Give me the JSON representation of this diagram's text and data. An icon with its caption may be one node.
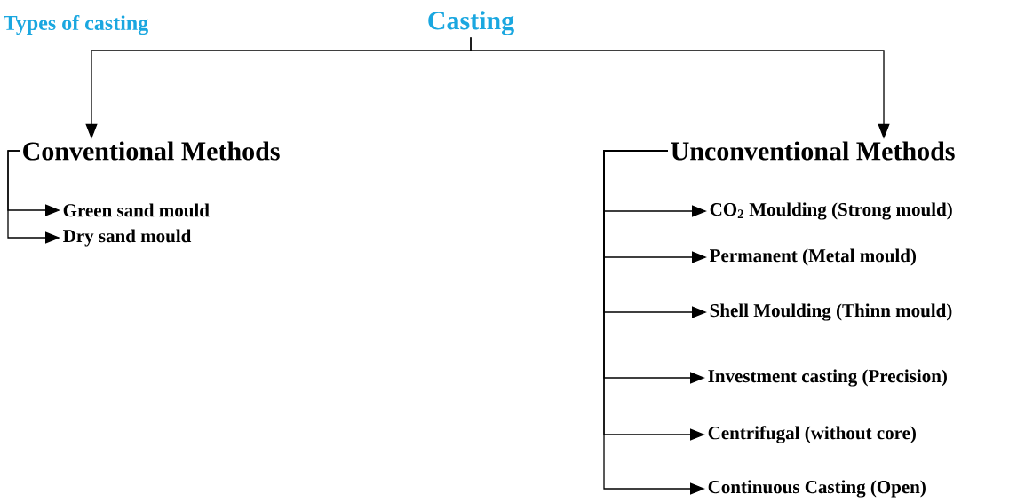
{
  "diagram": {
    "nodes": [
      {
        "text": [
          "Casting"
        ]
      },
      {
        "text": [
          "Conventional Methods"
        ]
      },
      {
        "text": [
          "Unconventional Methods"
        ]
      },
      {
        "text": [
          "Green sand mould"
        ]
      },
      {
        "text": [
          "Dry sand mould"
        ]
      },
      {
        "text": [
          "CO$_{2}$ Moulding (Strong mould)"
        ]
      },
      {
        "text": [
          "Permanent (Metal mould)"
        ]
      },
      {
        "text": [
          "Shell Moulding (Thinn mould)"
        ]
      },
      {
        "text": [
          "Investment casting (Precision)"
        ]
      },
      {
        "text": [
          "Centrifugal (without core)"
        ]
      },
      {
        "text": [
          "Continuous Casting (Open)"
        ]
      }
    ],
    "edges": [
      {
        "from": 0,
        "to": 1,
        "arrow": "to"
      },
      {
        "from": 0,
        "to": 2,
        "arrow": "to"
      },
      {
        "from": 1,
        "to": 3,
        "arrow": "to"
      },
      {
        "from": 1,
        "to": 4,
        "arrow": "to"
      },
      {
        "from": 2,
        "to": 5,
        "arrow": "to"
      },
      {
        "from": 2,
        "to": 6,
        "arrow": "to"
      },
      {
        "from": 2,
        "to": 7,
        "arrow": "to"
      },
      {
        "from": 2,
        "to": 8,
        "arrow": "to"
      },
      {
        "from": 2,
        "to": 9,
        "arrow": "to"
      },
      {
        "from": 2,
        "to": 10,
        "arrow": "to"
      }
    ],
    "labels": [
      "Types of casting"
    ]
  }
}
